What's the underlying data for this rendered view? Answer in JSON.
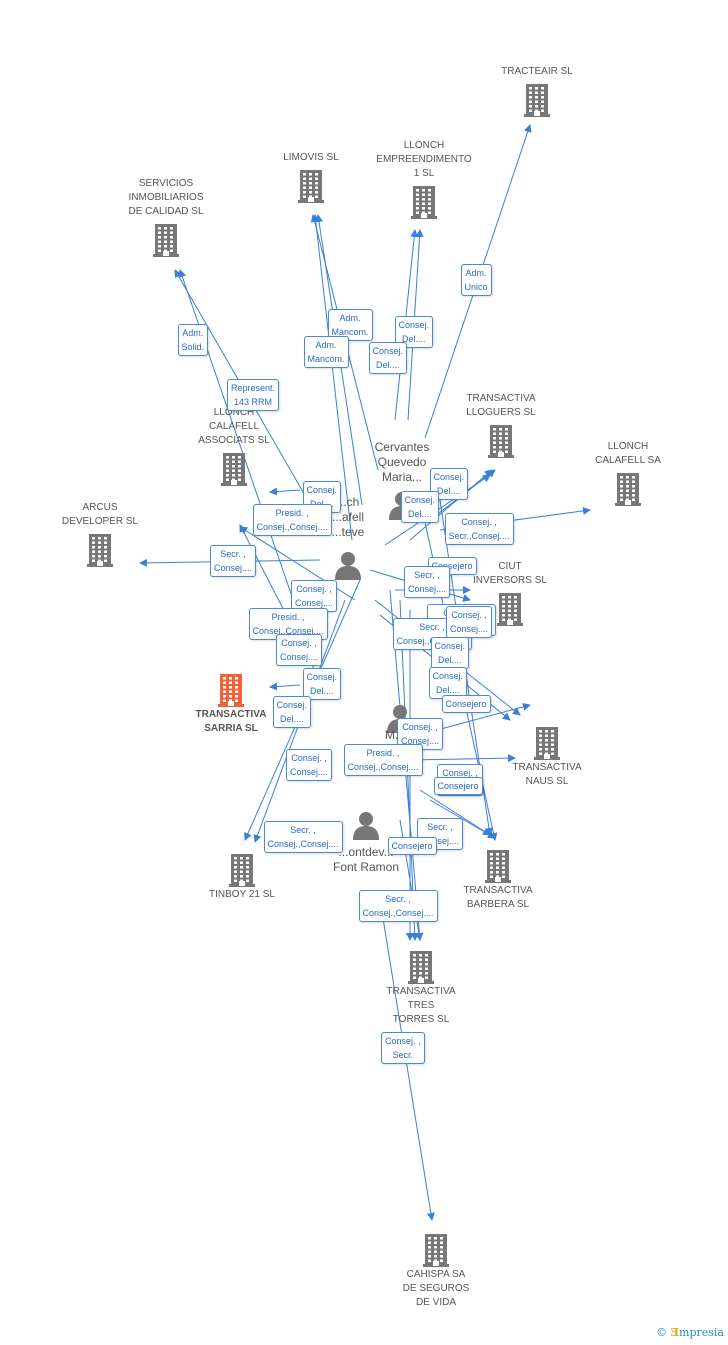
{
  "companies": [
    {
      "id": "tracteair",
      "label": "TRACTEAIR  SL"
    },
    {
      "id": "llonch_emp",
      "label": "LLONCH\nEMPREENDIMENTO\n1 SL"
    },
    {
      "id": "limovis",
      "label": "LIMOVIS SL"
    },
    {
      "id": "servicios",
      "label": "SERVICIOS\nINMOBILIARIOS\nDE CALIDAD SL"
    },
    {
      "id": "llonch_calafell_assoc",
      "label": "LLONCH\nCALAFELL\nASSOCIATS SL"
    },
    {
      "id": "transactiva_lloguers",
      "label": "TRANSACTIVA\nLLOGUERS SL"
    },
    {
      "id": "llonch_calafell_sa",
      "label": "LLONCH\nCALAFELL SA"
    },
    {
      "id": "arcus",
      "label": "ARCUS\nDEVELOPER  SL"
    },
    {
      "id": "ciut_inversors",
      "label": "CIUT\nINVERSORS  SL"
    },
    {
      "id": "transactiva_sarria",
      "label": "TRANSACTIVA\nSARRIA SL"
    },
    {
      "id": "transactiva_naus",
      "label": "TRANSACTIVA\nNAUS SL"
    },
    {
      "id": "tinboy",
      "label": "TINBOY 21 SL"
    },
    {
      "id": "transactiva_barbera",
      "label": "TRANSACTIVA\nBARBERA SL"
    },
    {
      "id": "transactiva_tres",
      "label": "TRANSACTIVA\nTRES\nTORRES SL"
    },
    {
      "id": "cahispa",
      "label": "CAHISPA SA\nDE SEGUROS\nDE VIDA"
    }
  ],
  "persons": [
    {
      "id": "cervantes",
      "label": "Cervantes\nQuevedo\nMaria..."
    },
    {
      "id": "llonch_p",
      "label": "...ch\n...afell\n...teve"
    },
    {
      "id": "ma",
      "label": "M..."
    },
    {
      "id": "pontdev",
      "label": "...ontdev...\nFont Ramon"
    }
  ],
  "edge_labels": [
    "Adm.\nUnico",
    "Adm.\nMancom.",
    "Adm.\nMancom.",
    "Consej.\nDel....",
    "Consej.\nDel....",
    "Adm.\nSolid.",
    "Represent.\n143 RRM",
    "Consej.\nDel....",
    "Presid. ,\nConsej.,Consej....",
    "Consej.\nDel....",
    "Consej.\nDel....",
    "Consej. ,\nSecr.,Consej....",
    "Secr. ,\nConsej....",
    "Consejero",
    "Secr. ,\nConsej....",
    "Consej. ,\nConsej....",
    "Presid. ,\nConsej.,Consej....",
    "Consej. ,\nSecr.,Consej....",
    "Consej. ,\nConsej....",
    "Secr. ,\nConsej.,Consej....",
    "Consej. ,\nConsej....",
    "Consej.\nDel....",
    "Consej.\nDel....",
    "Consej.\nDel....",
    "Consejero",
    "Consej.\nDel....",
    "Consej. ,\nConsej....",
    "Consej. ,\nConsej....",
    "Presid. ,\nConsej.,Consej....",
    "Consej. ,\nConsej....",
    "Consejero",
    "Secr. ,\nConsej.,Consej....",
    "Secr. ,\nConsej....",
    "Consejero",
    "Secr. ,\nConsej.,Consej....",
    "Consej. ,\nSecr."
  ],
  "colors": {
    "edge": "#3a7fd8",
    "building": "#777777",
    "focus": "#f0623a",
    "person": "#777777"
  },
  "brand": {
    "copyright": "©",
    "e": "Ǝ",
    "rest": "mpresia"
  }
}
